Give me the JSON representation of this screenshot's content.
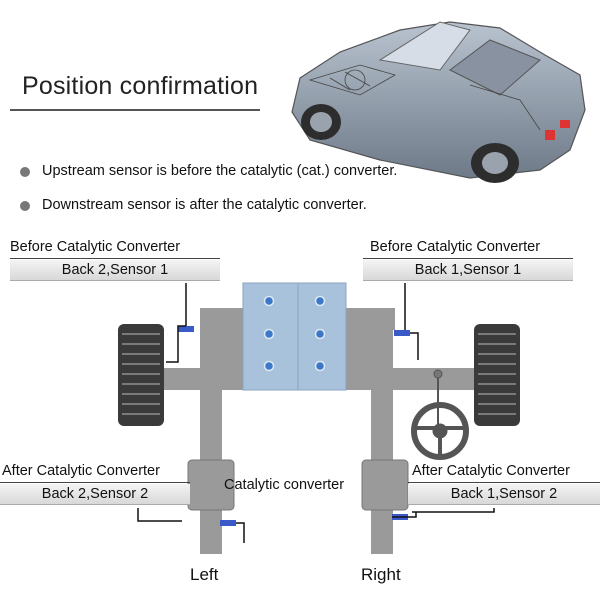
{
  "header": {
    "title": "Position confirmation"
  },
  "bullets": [
    {
      "text": "Upstream sensor is before the catalytic (cat.) converter."
    },
    {
      "text": "Downstream sensor is after the catalytic converter."
    }
  ],
  "labels": {
    "top_left": {
      "title": "Before Catalytic Converter",
      "sensor": "Back 2,Sensor 1"
    },
    "top_right": {
      "title": "Before Catalytic Converter",
      "sensor": "Back 1,Sensor 1"
    },
    "bottom_left": {
      "title": "After Catalytic Converter",
      "sensor": "Back 2,Sensor 2"
    },
    "bottom_right": {
      "title": "After Catalytic Converter",
      "sensor": "Back 1,Sensor 2"
    }
  },
  "diagram": {
    "center_label": "Catalytic converter",
    "left_label": "Left",
    "right_label": "Right"
  },
  "colors": {
    "pipe": "#9a9a9a",
    "engine": "#a9c2dc",
    "sensor": "#3a5bc7",
    "tire": "#3a3a3a"
  },
  "icons": [
    "car-illustration-icon",
    "steering-wheel-icon",
    "tire-icon",
    "oxygen-sensor-icon"
  ]
}
